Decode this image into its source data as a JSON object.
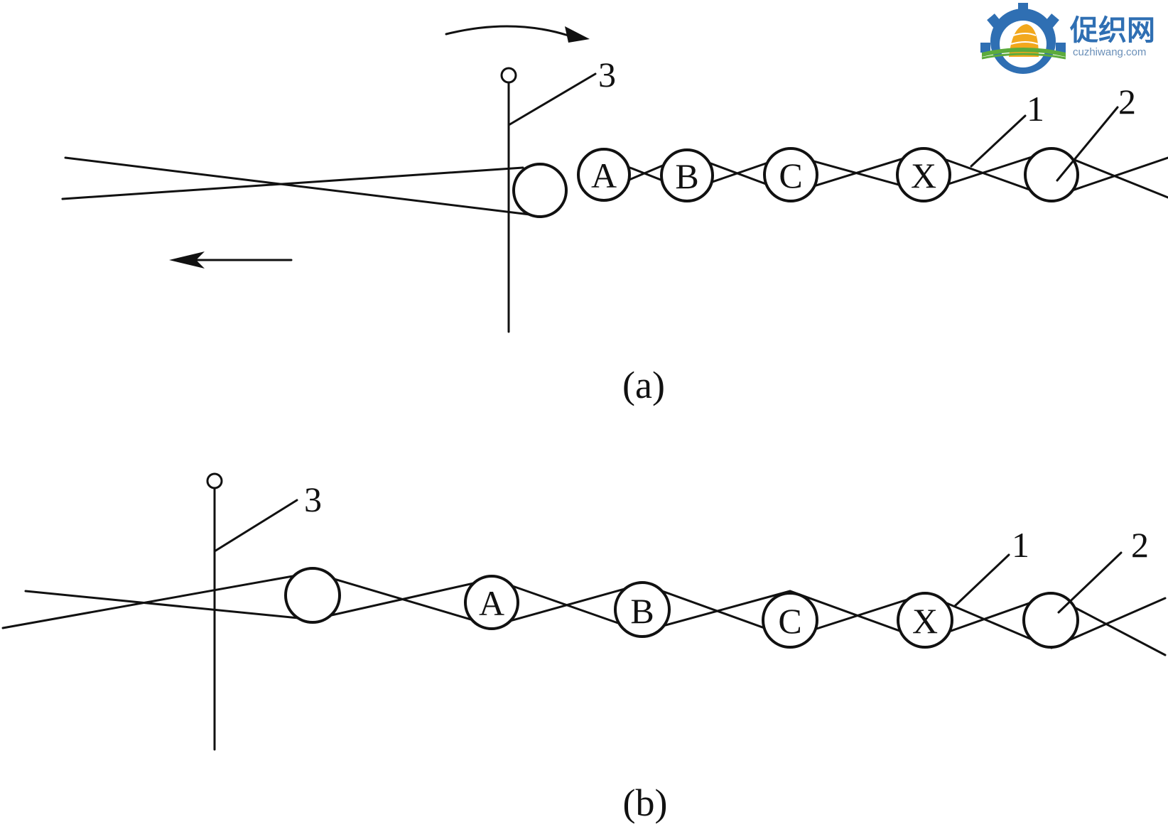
{
  "panel_a": {
    "caption": "(a)",
    "callouts": {
      "lever": "3",
      "warp": "1",
      "pick": "2"
    },
    "pick_labels": [
      "A",
      "B",
      "C",
      "X",
      ""
    ]
  },
  "panel_b": {
    "caption": "(b)",
    "callouts": {
      "lever": "3",
      "warp": "1",
      "pick": "2"
    },
    "pick_labels": [
      "A",
      "B",
      "C",
      "X",
      ""
    ]
  },
  "logo": {
    "name": "促织网",
    "url_text": "cuzhiwang.com",
    "colors": {
      "blue": "#2f6fb3",
      "gold": "#f2a81d",
      "green": "#5cab3c"
    }
  }
}
